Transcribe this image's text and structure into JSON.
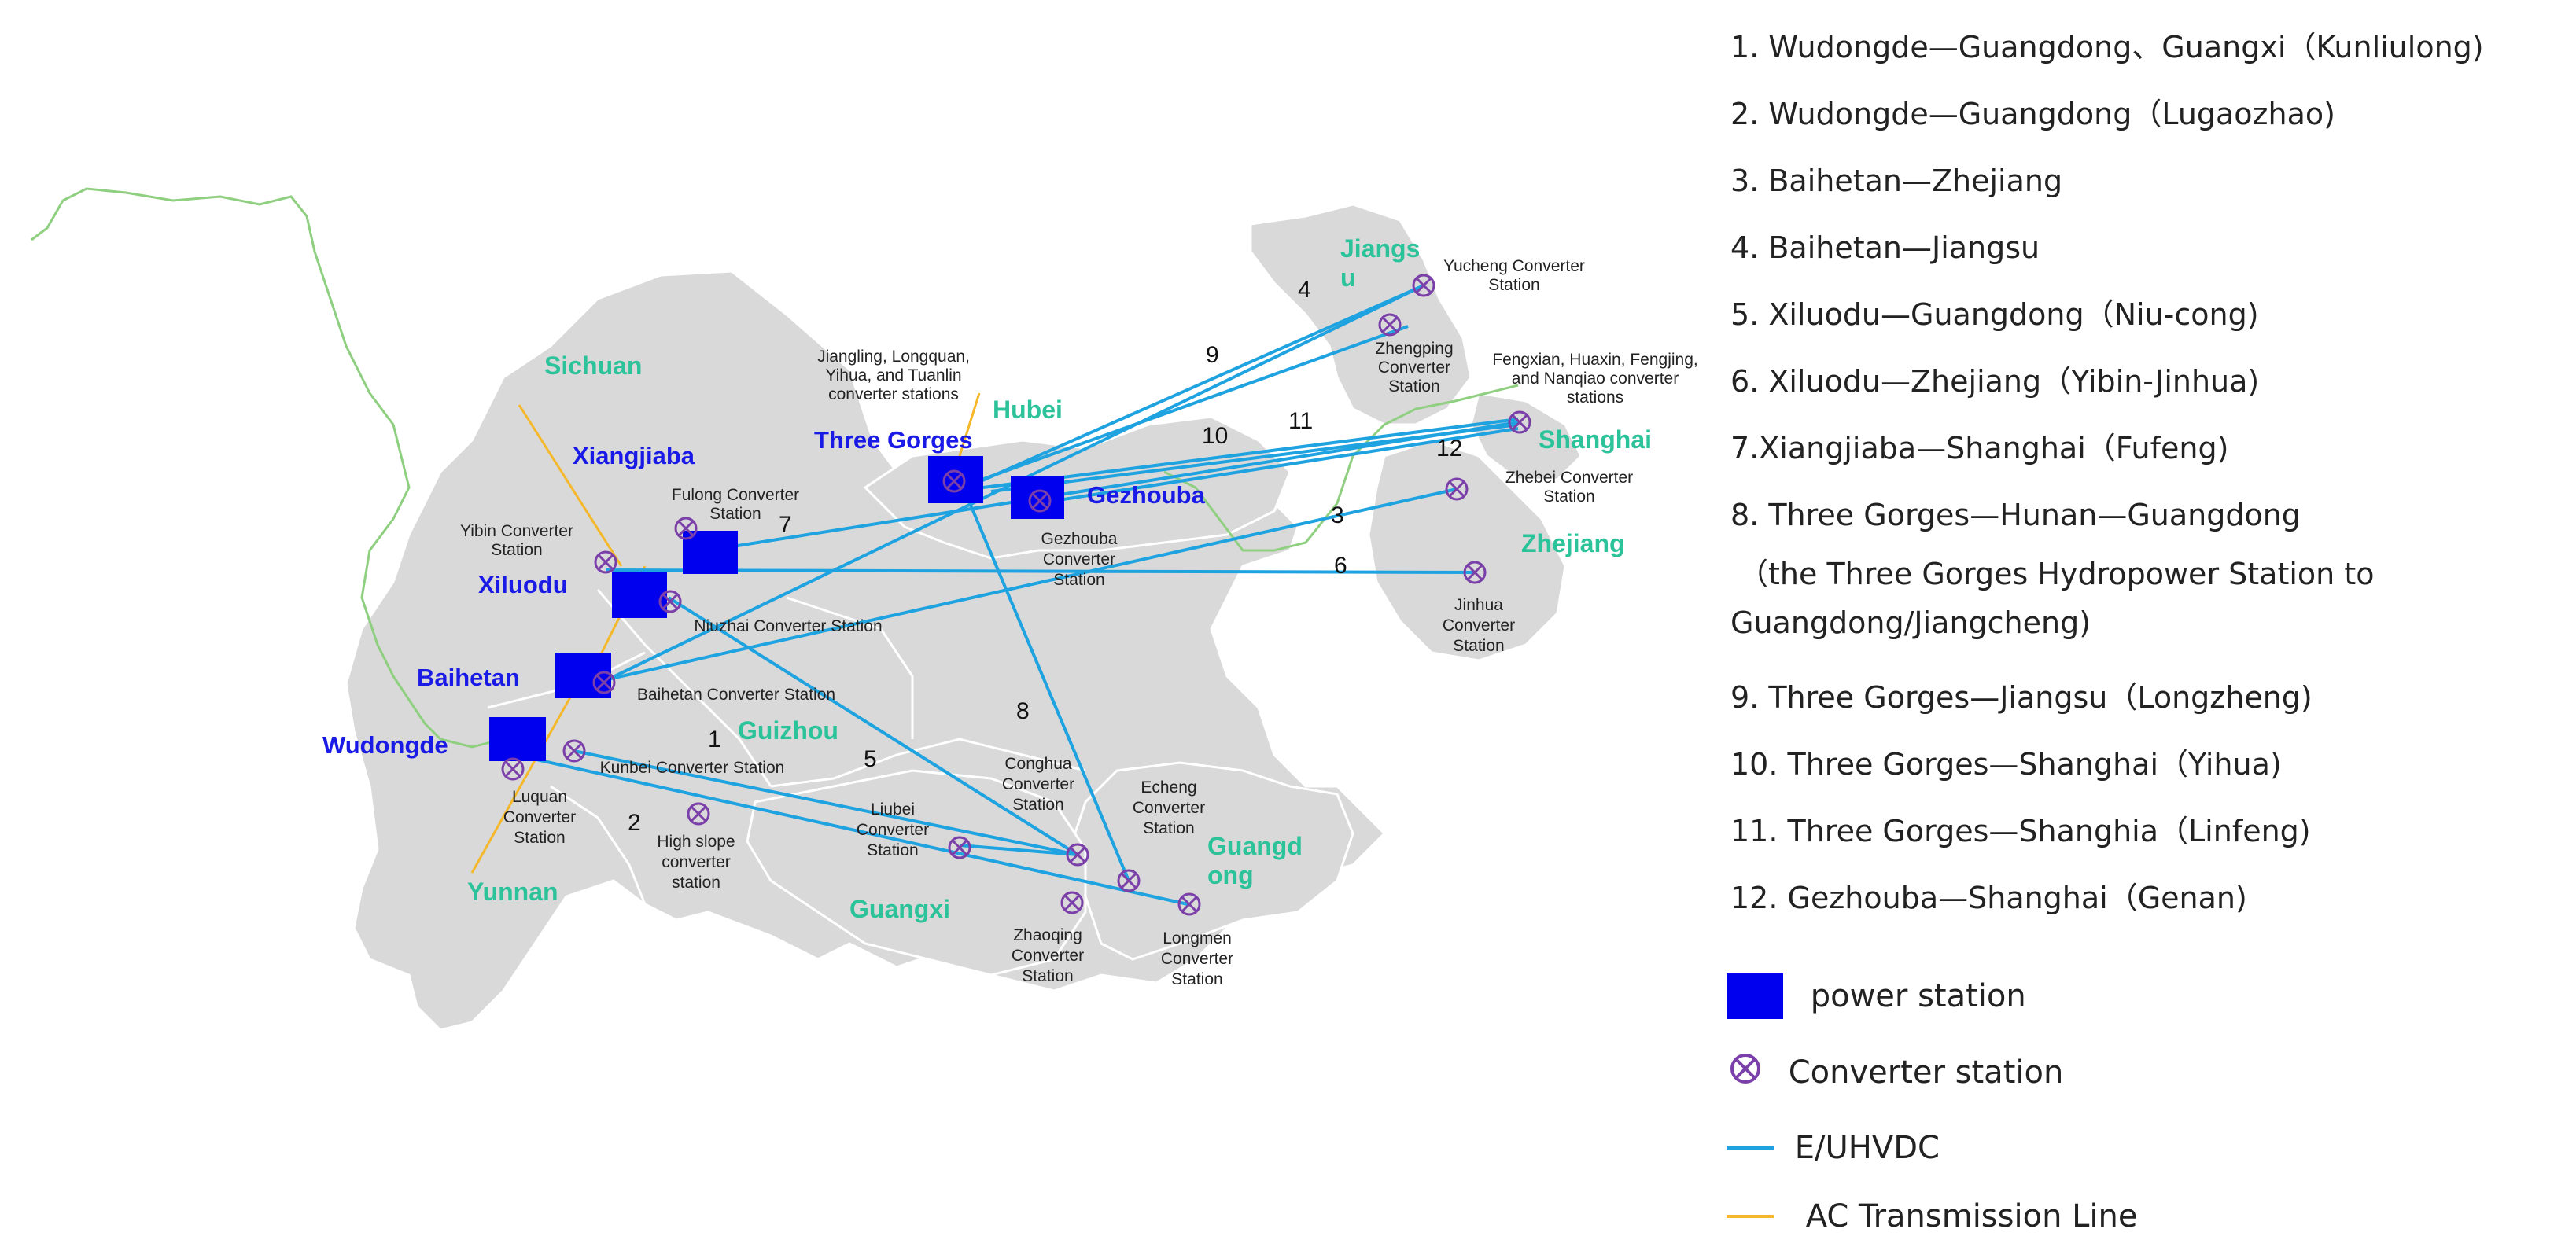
{
  "colors": {
    "land": "#d9d9d9",
    "border": "#ffffff",
    "river": "#8fcf80",
    "uhvdc": "#1fa3e0",
    "ac_line": "#f5b82a",
    "power_station": "#0000ee",
    "converter": "#7a3fa8",
    "region_label": "#2cc39a",
    "plant_label": "#1a1ae6"
  },
  "regions": [
    "Sichuan",
    "Hubei",
    "Guizhou",
    "Yunnan",
    "Guangxi",
    "Jiangs",
    "u",
    "Shanghai",
    "Zhejiang",
    "Guangd",
    "ong"
  ],
  "power_stations": [
    "Xiangjiaba",
    "Three Gorges",
    "Gezhouba",
    "Xiluodu",
    "Baihetan",
    "Wudongde"
  ],
  "converter_labels": {
    "fulong": [
      "Fulong Converter",
      "Station"
    ],
    "yibin": [
      "Yibin Converter",
      "Station"
    ],
    "niuzhai": "Niuzhai Converter Station",
    "baihetan": "Baihetan Converter Station",
    "kunbei": "Kunbei Converter Station",
    "luquan": [
      "Luquan",
      "Converter",
      "Station"
    ],
    "highslope": [
      "High slope",
      "converter",
      "station"
    ],
    "liubei": [
      "Liubei",
      "Converter",
      "Station"
    ],
    "conghua": [
      "Conghua",
      "Converter",
      "Station"
    ],
    "echeng": [
      "Echeng",
      "Converter",
      "Station"
    ],
    "zhaoqing": [
      "Zhaoqing",
      "Converter",
      "Station"
    ],
    "longmen": [
      "Longmen",
      "Converter",
      "Station"
    ],
    "jiangling": [
      "Jiangling, Longquan,",
      "Yihua, and Tuanlin",
      "converter stations"
    ],
    "gezhouba": [
      "Gezhouba",
      "Converter",
      "Station"
    ],
    "yucheng": [
      "Yucheng Converter",
      "Station"
    ],
    "zhengping": [
      "Zhengping",
      "Converter",
      "Station"
    ],
    "fengxian": [
      "Fengxian, Huaxin, Fengjing,",
      "and Nanqiao converter",
      "stations"
    ],
    "zhebei": [
      "Zhebei Converter",
      "Station"
    ],
    "jinhua": [
      "Jinhua",
      "Converter",
      "Station"
    ]
  },
  "line_numbers": [
    "1",
    "2",
    "3",
    "4",
    "5",
    "6",
    "7",
    "8",
    "9",
    "10",
    "11",
    "12"
  ],
  "legend": {
    "lines": [
      "1. Wudongde—Guangdong、Guangxi（Kunliulong)",
      "2. Wudongde—Guangdong（Lugaozhao)",
      "3. Baihetan—Zhejiang",
      "4. Baihetan—Jiangsu",
      "5. Xiluodu—Guangdong（Niu-cong)",
      "6. Xiluodu—Zhejiang（Yibin-Jinhua)",
      "7.Xiangjiaba—Shanghai（Fufeng)",
      "8. Three Gorges—Hunan—Guangdong",
      "（the Three Gorges Hydropower Station to",
      "Guangdong/Jiangcheng)",
      "9. Three Gorges—Jiangsu（Longzheng)",
      "10. Three Gorges—Shanghai（Yihua)",
      "11. Three Gorges—Shanghia（Linfeng)",
      "12. Gezhouba—Shanghai（Genan)"
    ],
    "symbols": {
      "power_station": "power station",
      "converter": "Converter station",
      "uhvdc": "E/UHVDC",
      "ac": "AC Transmission Line"
    }
  }
}
